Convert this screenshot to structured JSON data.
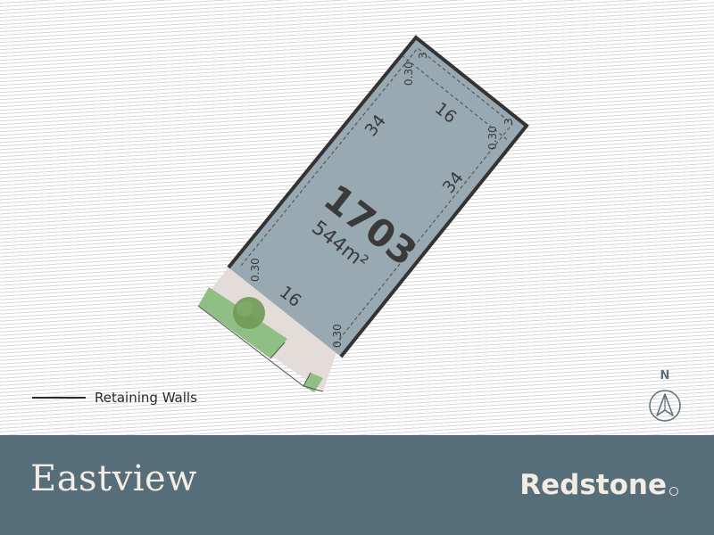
{
  "lot": {
    "number": "1703",
    "area": "544m²",
    "boundaries": {
      "front": "16",
      "rear": "16",
      "left_side": "34",
      "right_side": "34"
    },
    "easements": {
      "rear_left": "0.30",
      "rear_right": "3",
      "side_top": "0.30",
      "side_right": "3",
      "front_left": "0.30",
      "front_right": "0.30"
    }
  },
  "legend": {
    "retaining_walls_label": "Retaining Walls"
  },
  "north_arrow": {
    "label": "N"
  },
  "footer": {
    "estate_name": "Eastview",
    "developer_name": "Redstone"
  },
  "colors": {
    "lot_fill": "#98a9b1",
    "lot_border": "#333333",
    "verge": "#e4dcd8",
    "landscape_green": "#8fbf85",
    "footer_bg": "#566e7a",
    "footer_text": "#f3ece2"
  }
}
